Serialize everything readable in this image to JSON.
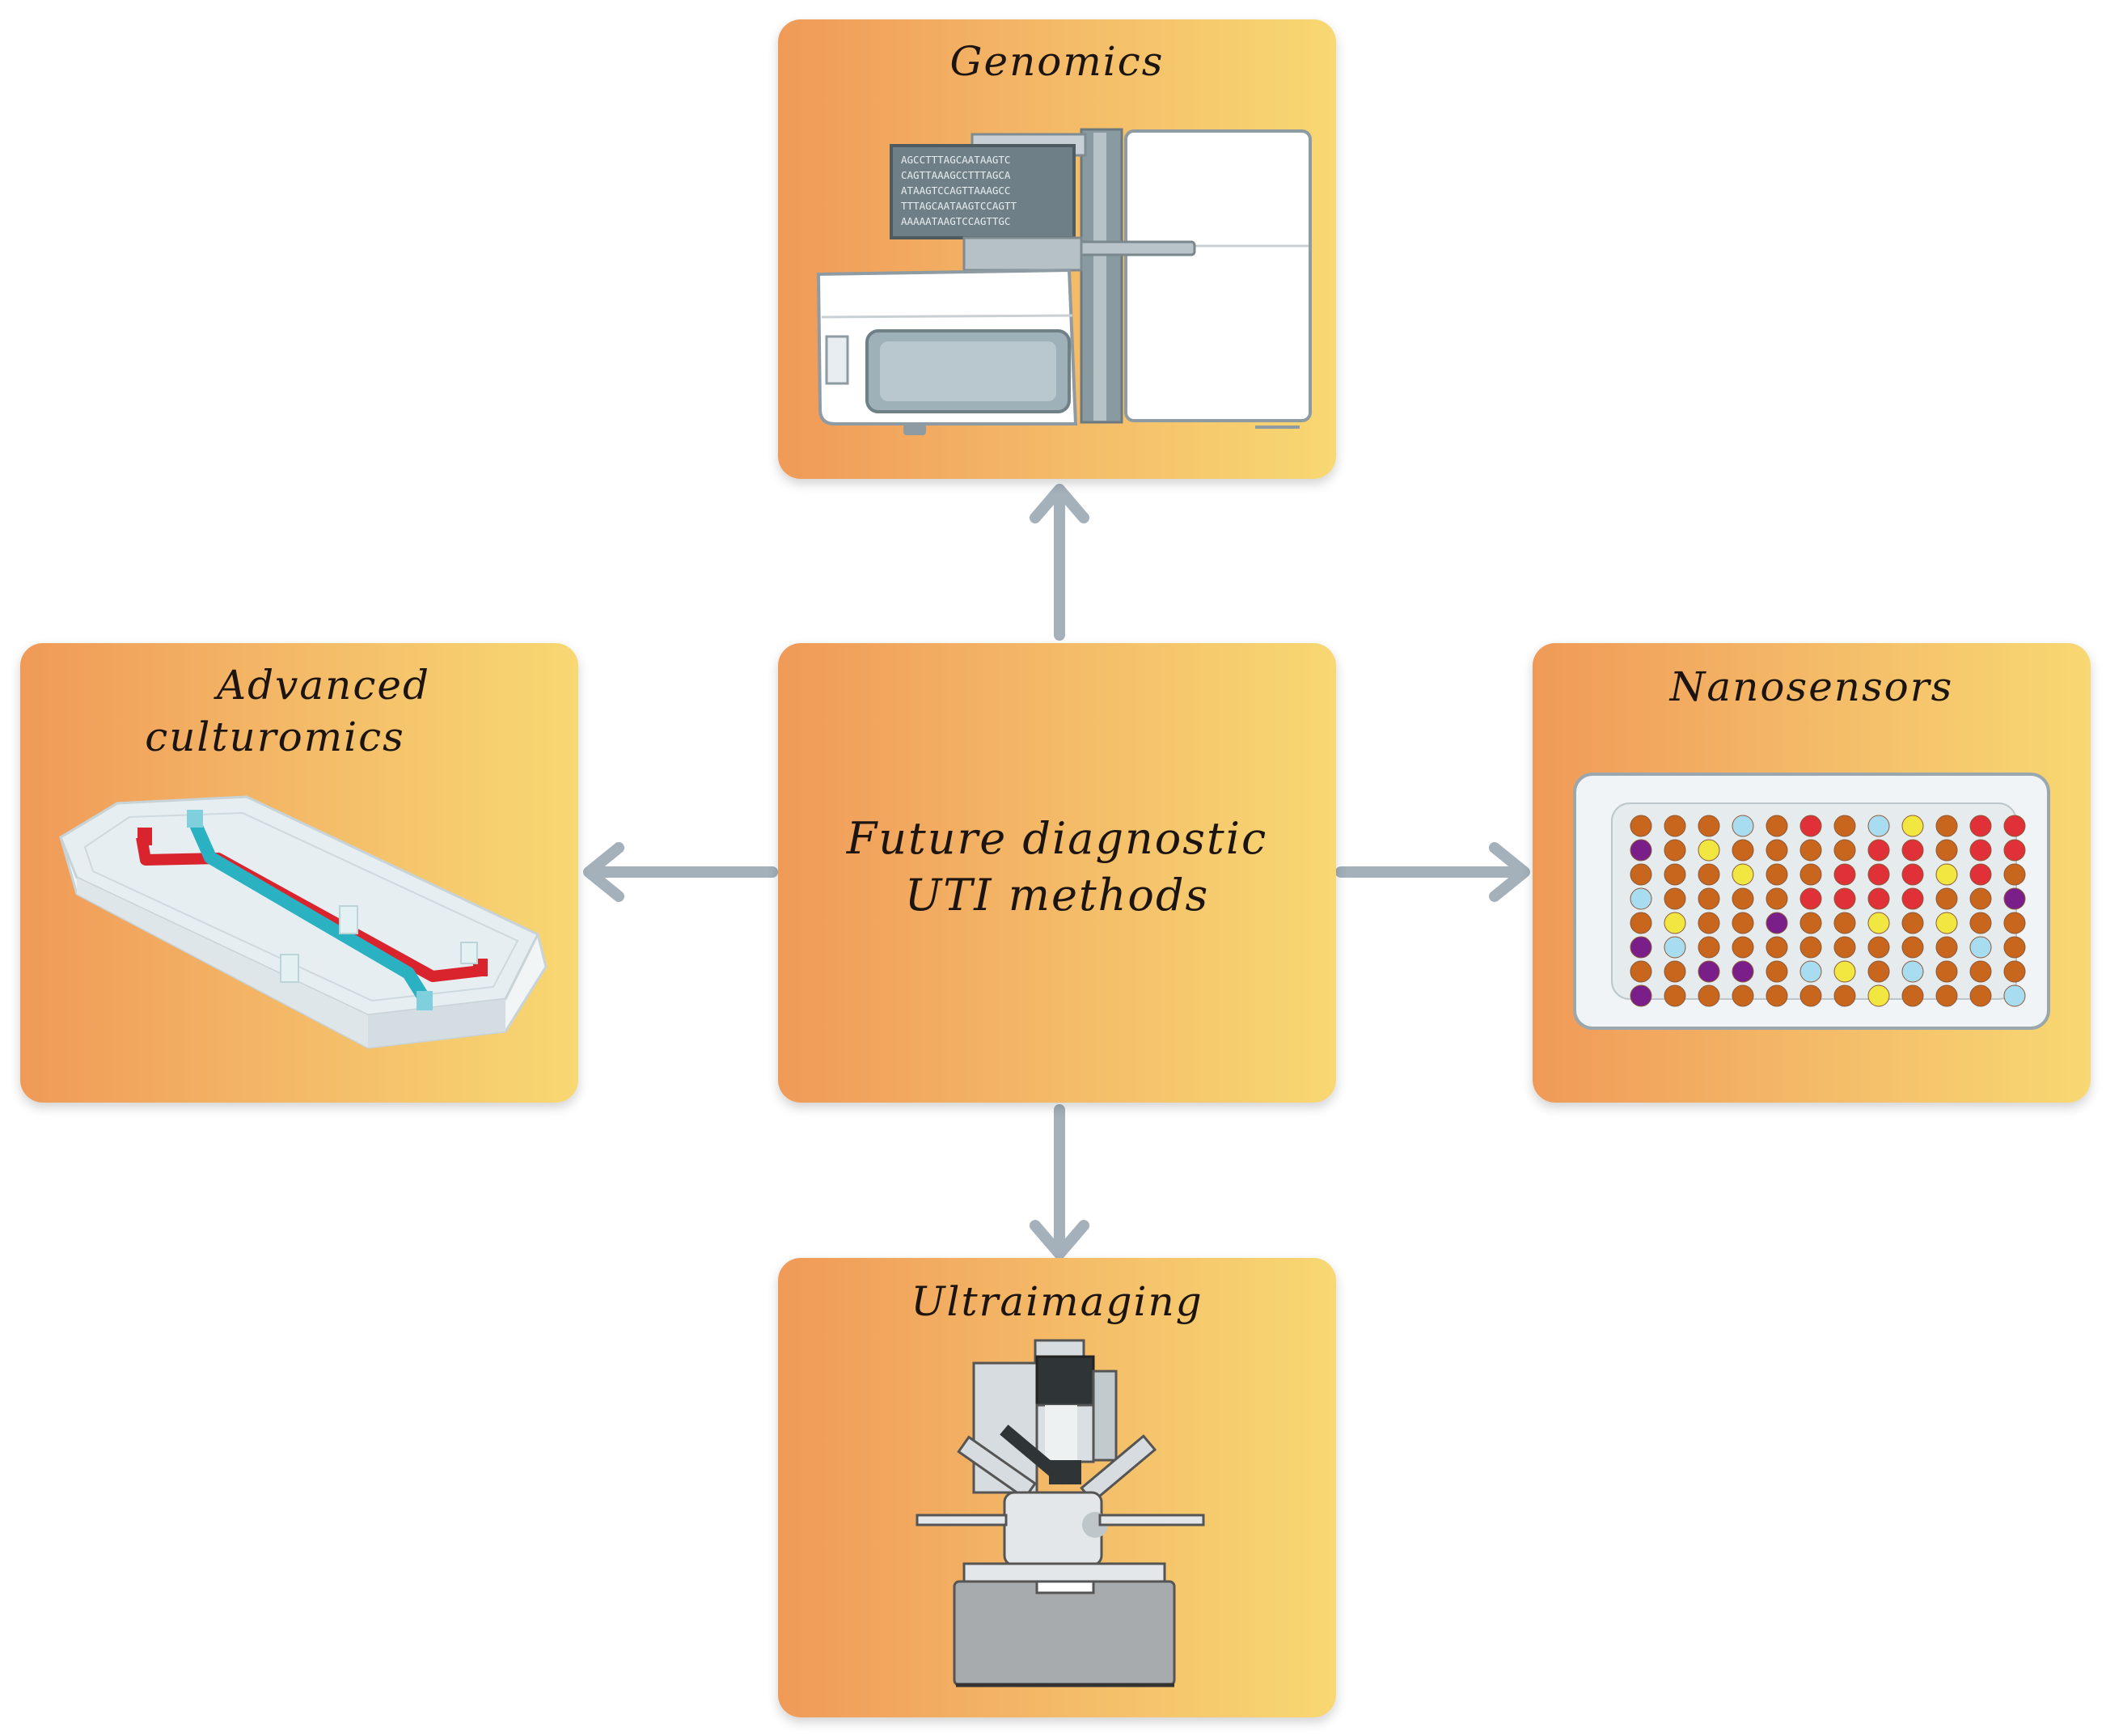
{
  "center": {
    "title_line1": "Future diagnostic",
    "title_line2": "UTI methods"
  },
  "genomics": {
    "title": "Genomics",
    "screen_lines": [
      "AGCCTTTAGCAATAAGTC",
      "CAGTTAAAGCCTTTAGCA",
      "ATAAGTCCAGTTAAAGCC",
      "TTTAGCAATAAGTCCAGTT",
      "AAAAATAAGTCCAGTTGC"
    ]
  },
  "culturomics": {
    "title_line1": "Advanced",
    "title_line2": "culturomics"
  },
  "nanosensors": {
    "title": "Nanosensors",
    "plate_rows": [
      [
        "O",
        "O",
        "O",
        "B",
        "O",
        "R",
        "O",
        "B",
        "Y",
        "O",
        "R",
        "R"
      ],
      [
        "P",
        "O",
        "Y",
        "O",
        "O",
        "O",
        "O",
        "R",
        "R",
        "O",
        "R",
        "R"
      ],
      [
        "O",
        "O",
        "O",
        "Y",
        "O",
        "O",
        "R",
        "R",
        "R",
        "Y",
        "R",
        "O"
      ],
      [
        "B",
        "O",
        "O",
        "O",
        "O",
        "R",
        "R",
        "R",
        "R",
        "O",
        "O",
        "P"
      ],
      [
        "O",
        "Y",
        "O",
        "O",
        "P",
        "O",
        "O",
        "Y",
        "O",
        "Y",
        "O",
        "O"
      ],
      [
        "P",
        "B",
        "O",
        "O",
        "O",
        "O",
        "O",
        "O",
        "O",
        "O",
        "B",
        "O"
      ],
      [
        "O",
        "O",
        "P",
        "P",
        "O",
        "B",
        "Y",
        "O",
        "B",
        "O",
        "O",
        "O"
      ],
      [
        "P",
        "O",
        "O",
        "O",
        "O",
        "O",
        "O",
        "Y",
        "O",
        "O",
        "O",
        "B"
      ]
    ],
    "well_colors": {
      "O": "#c8661e",
      "B": "#a8dcf0",
      "Y": "#f2e640",
      "R": "#e03038",
      "P": "#7a1f8a"
    }
  },
  "ultraimaging": {
    "title": "Ultraimaging"
  },
  "colors": {
    "arrow": "#a4b0ba",
    "box_left": "#f09a58",
    "box_right": "#f8d872"
  }
}
